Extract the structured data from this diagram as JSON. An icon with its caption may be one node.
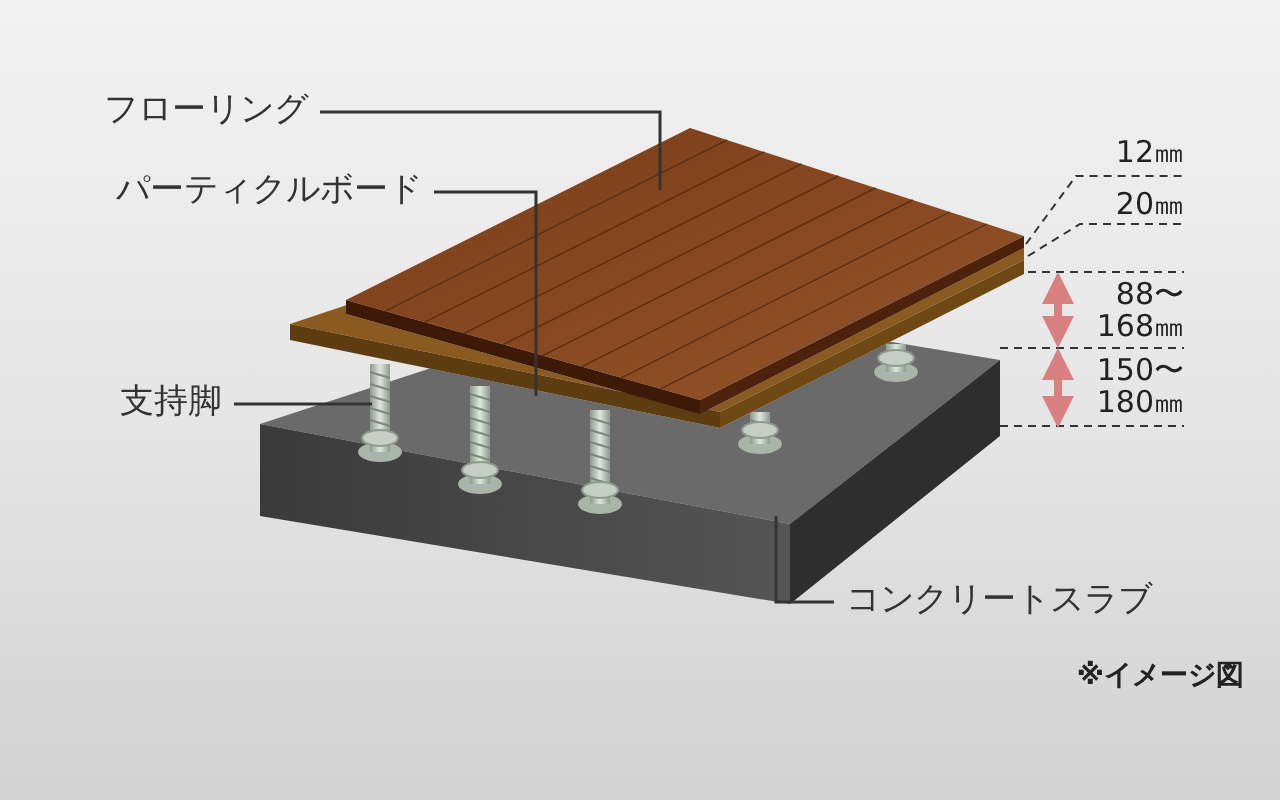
{
  "diagram": {
    "nodes": [
      {
        "text": [
          "フローリング"
        ]
      },
      {
        "text": [],
        "shape": "picture"
      },
      {
        "text": [
          "パーティクルボード"
        ]
      },
      {
        "text": [],
        "shape": "picture"
      },
      {
        "text": [
          "支持脚"
        ]
      },
      {
        "text": [],
        "shape": "picture",
        "in": 7
      },
      {
        "text": [
          "コンクリートスラブ"
        ]
      },
      {
        "text": [],
        "shape": "picture"
      }
    ],
    "edges": [
      {
        "from": 0,
        "to": 1,
        "arrow": "none"
      },
      {
        "from": 2,
        "to": 3,
        "arrow": "none"
      },
      {
        "from": 4,
        "to": 5,
        "arrow": "none"
      },
      {
        "from": 6,
        "to": 7,
        "arrow": "none"
      }
    ],
    "labels": [
      "12㎜",
      "20㎜",
      "88〜168㎜",
      "150〜180㎜",
      "※イメージ図"
    ]
  }
}
